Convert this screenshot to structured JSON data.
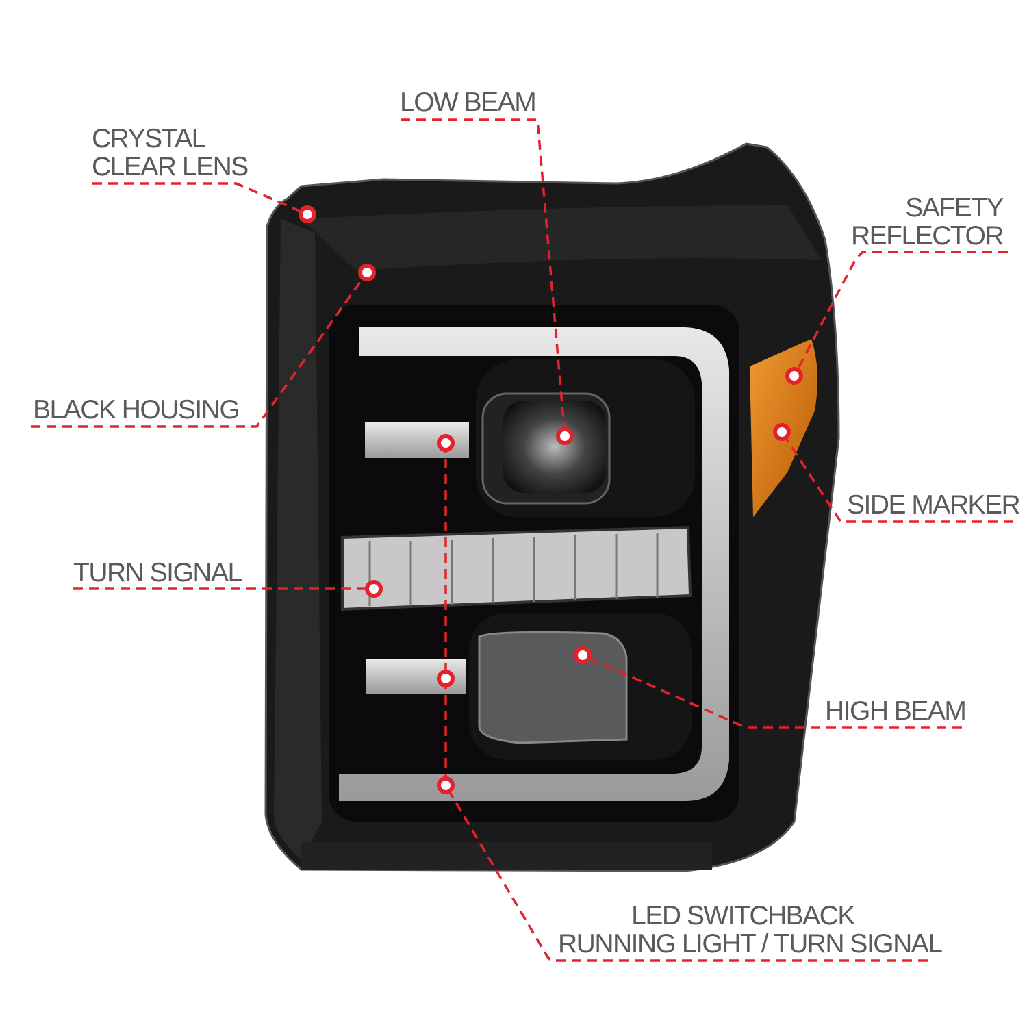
{
  "colors": {
    "callout": "#e3222b",
    "label_text": "#5a5a5a",
    "housing": "#111111",
    "amber": "#e07a10"
  },
  "callouts": {
    "low_beam": {
      "label": "LOW BEAM"
    },
    "crystal_clear_lens": {
      "line1": "CRYSTAL",
      "line2": "CLEAR LENS"
    },
    "safety_reflector": {
      "line1": "SAFETY",
      "line2": "REFLECTOR"
    },
    "black_housing": {
      "label": "BLACK HOUSING"
    },
    "side_marker": {
      "label": "SIDE MARKER"
    },
    "turn_signal": {
      "label": "TURN SIGNAL"
    },
    "high_beam": {
      "label": "HIGH BEAM"
    },
    "led_switchback": {
      "line1": "LED SWITCHBACK",
      "line2": "RUNNING LIGHT / TURN SIGNAL"
    }
  }
}
